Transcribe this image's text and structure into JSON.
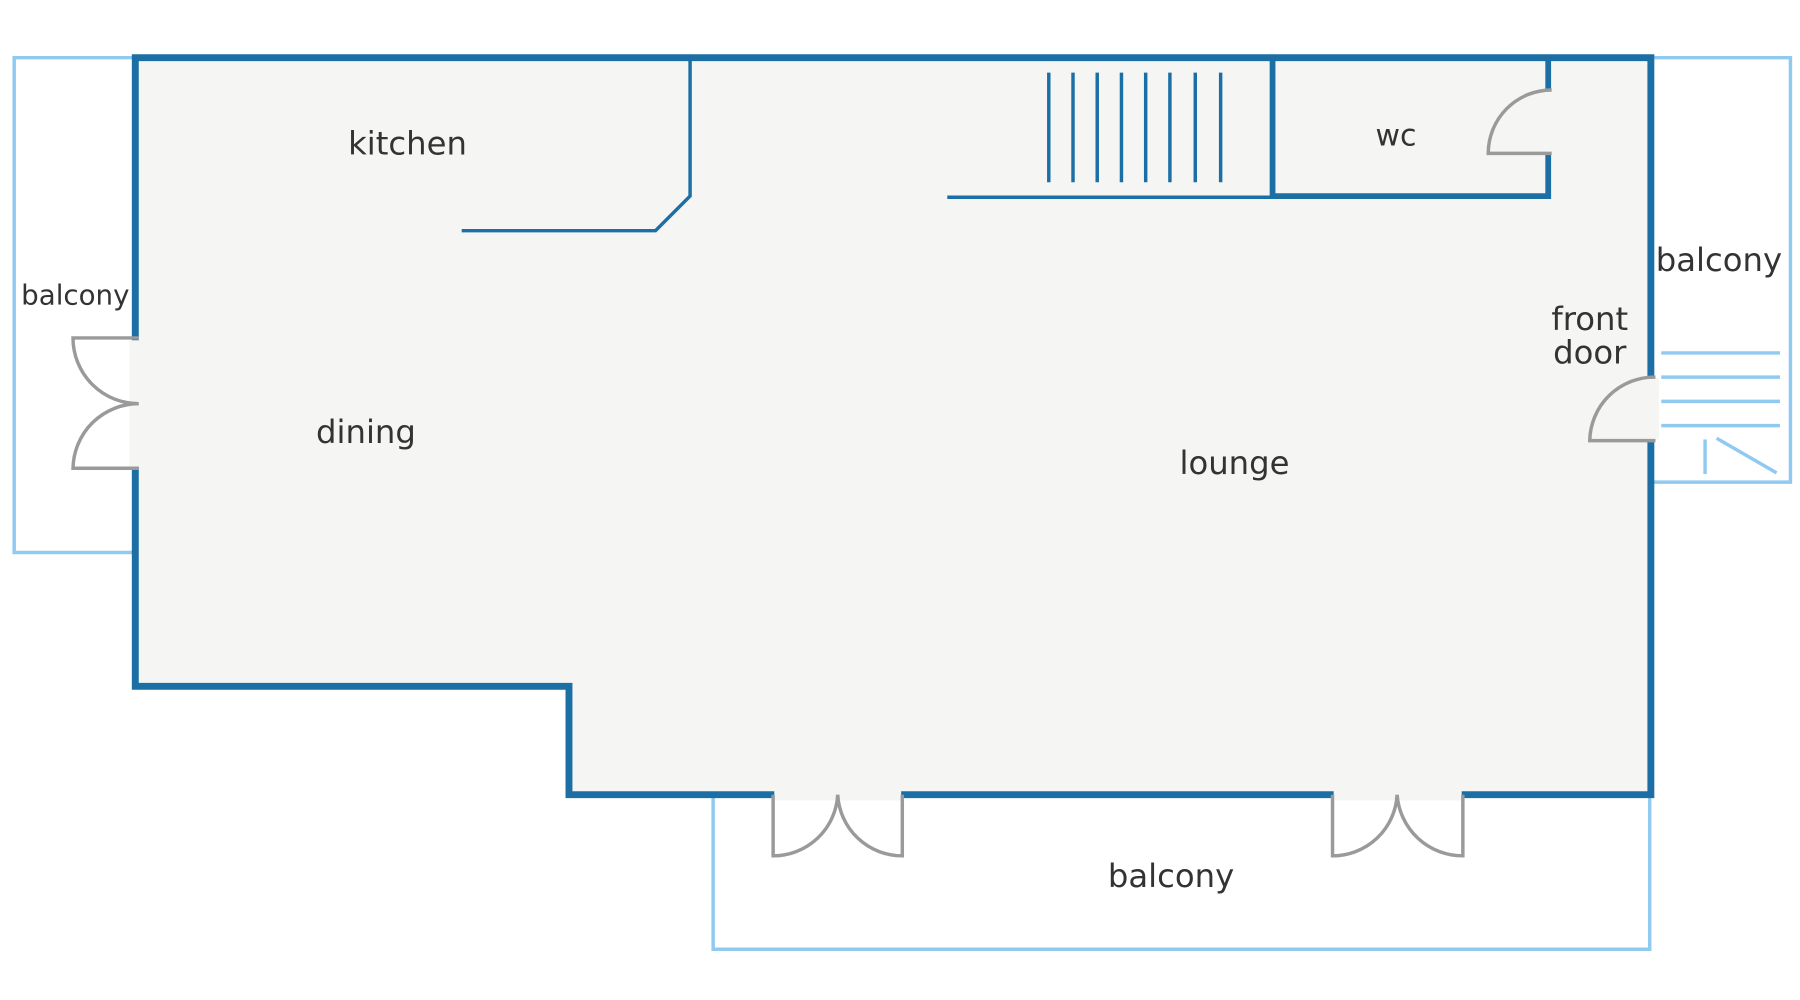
{
  "colors": {
    "wall": "#1b6fa5",
    "balcony": "#90caf0",
    "floor": "#f5f5f3",
    "door": "#9a9a9a",
    "text": "#333333"
  },
  "rooms": {
    "kitchen": "kitchen",
    "dining": "dining",
    "lounge": "lounge",
    "wc": "wc",
    "front_door_line1": "front",
    "front_door_line2": "door",
    "balcony_left": "balcony",
    "balcony_right": "balcony",
    "balcony_bottom": "balcony"
  }
}
